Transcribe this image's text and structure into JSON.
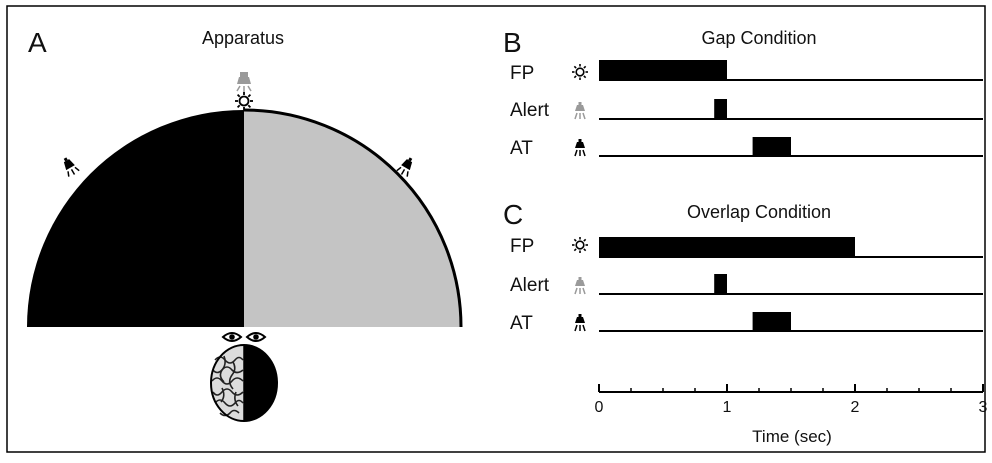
{
  "panel_a": {
    "letter": "A",
    "title": "Apparatus",
    "colors": {
      "left_hemifield": "#000000",
      "right_hemifield": "#c4c4c4"
    },
    "icons": {
      "fixation": "sun-icon",
      "alert": "lamp-icon",
      "target_left": "bell-icon",
      "target_right": "bell-icon",
      "eyes": "eye-icon",
      "head": "brain-head-icon"
    }
  },
  "panel_b": {
    "letter": "B",
    "title": "Gap Condition"
  },
  "panel_c": {
    "letter": "C",
    "title": "Overlap Condition"
  },
  "signals": {
    "fp": {
      "label": "FP",
      "icon": "sun-icon"
    },
    "alert": {
      "label": "Alert",
      "icon": "lamp-icon"
    },
    "at": {
      "label": "AT",
      "icon": "bell-icon"
    }
  },
  "timeline": {
    "xmin": 0,
    "xmax": 3,
    "ticks": [
      "0",
      "1",
      "2",
      "3"
    ],
    "xlabel": "Time (sec)",
    "gap": {
      "fp": [
        0,
        1.0
      ],
      "alert": [
        0.9,
        1.0
      ],
      "at": [
        1.2,
        1.5
      ]
    },
    "overlap": {
      "fp": [
        0,
        2.0
      ],
      "alert": [
        0.9,
        1.0
      ],
      "at": [
        1.2,
        1.5
      ]
    }
  }
}
